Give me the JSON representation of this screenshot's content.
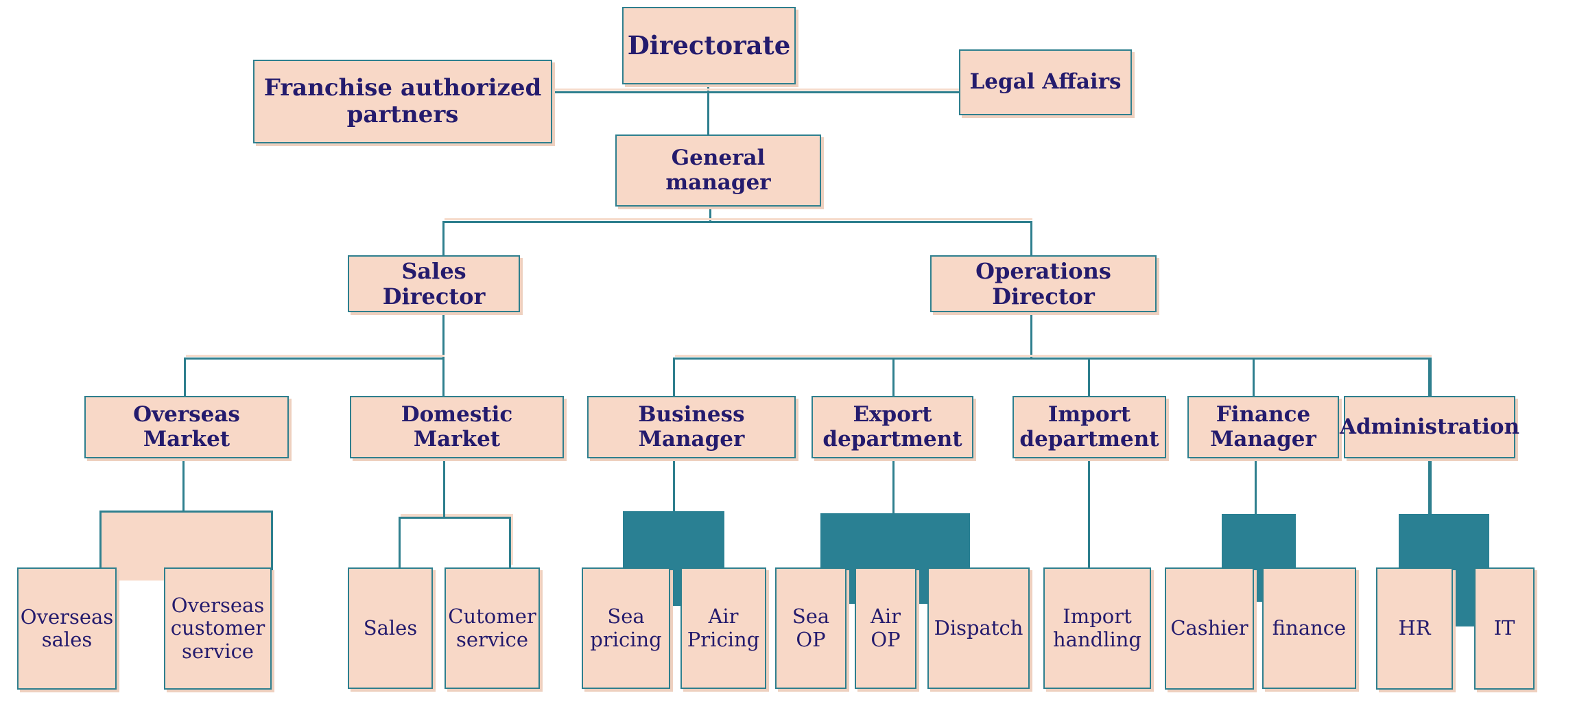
{
  "palette": {
    "box_fill": "#f8d8c7",
    "teal": "#2e7f8e",
    "teal_fill": "#2a8093",
    "navy": "#241b6d",
    "shadow": "#eed0bf",
    "line_shadow": "#f6dbcb",
    "bg": "#ffffff"
  },
  "org": {
    "directorate": "Directorate",
    "franchise": "Franchise authorized partners",
    "legal": "Legal Affairs",
    "general_manager": "General manager",
    "sales_director": "Sales Director",
    "operations_director": "Operations Director",
    "overseas_market": "Overseas Market",
    "domestic_market": "Domestic Market",
    "business_manager": "Business Manager",
    "export_department": "Export department",
    "import_department": "Import department",
    "finance_manager": "Finance Manager",
    "administration": "Administration",
    "overseas_sales": "Overseas sales",
    "overseas_customer_service": "Overseas customer service",
    "sales": "Sales",
    "customer_service": "Cutomer service",
    "sea_pricing": "Sea pricing",
    "air_pricing": "Air Pricing",
    "sea_op": "Sea OP",
    "air_op": "Air OP",
    "dispatch": "Dispatch",
    "import_handling": "Import handling",
    "cashier": "Cashier",
    "finance": "finance",
    "hr": "HR",
    "it": "IT"
  }
}
